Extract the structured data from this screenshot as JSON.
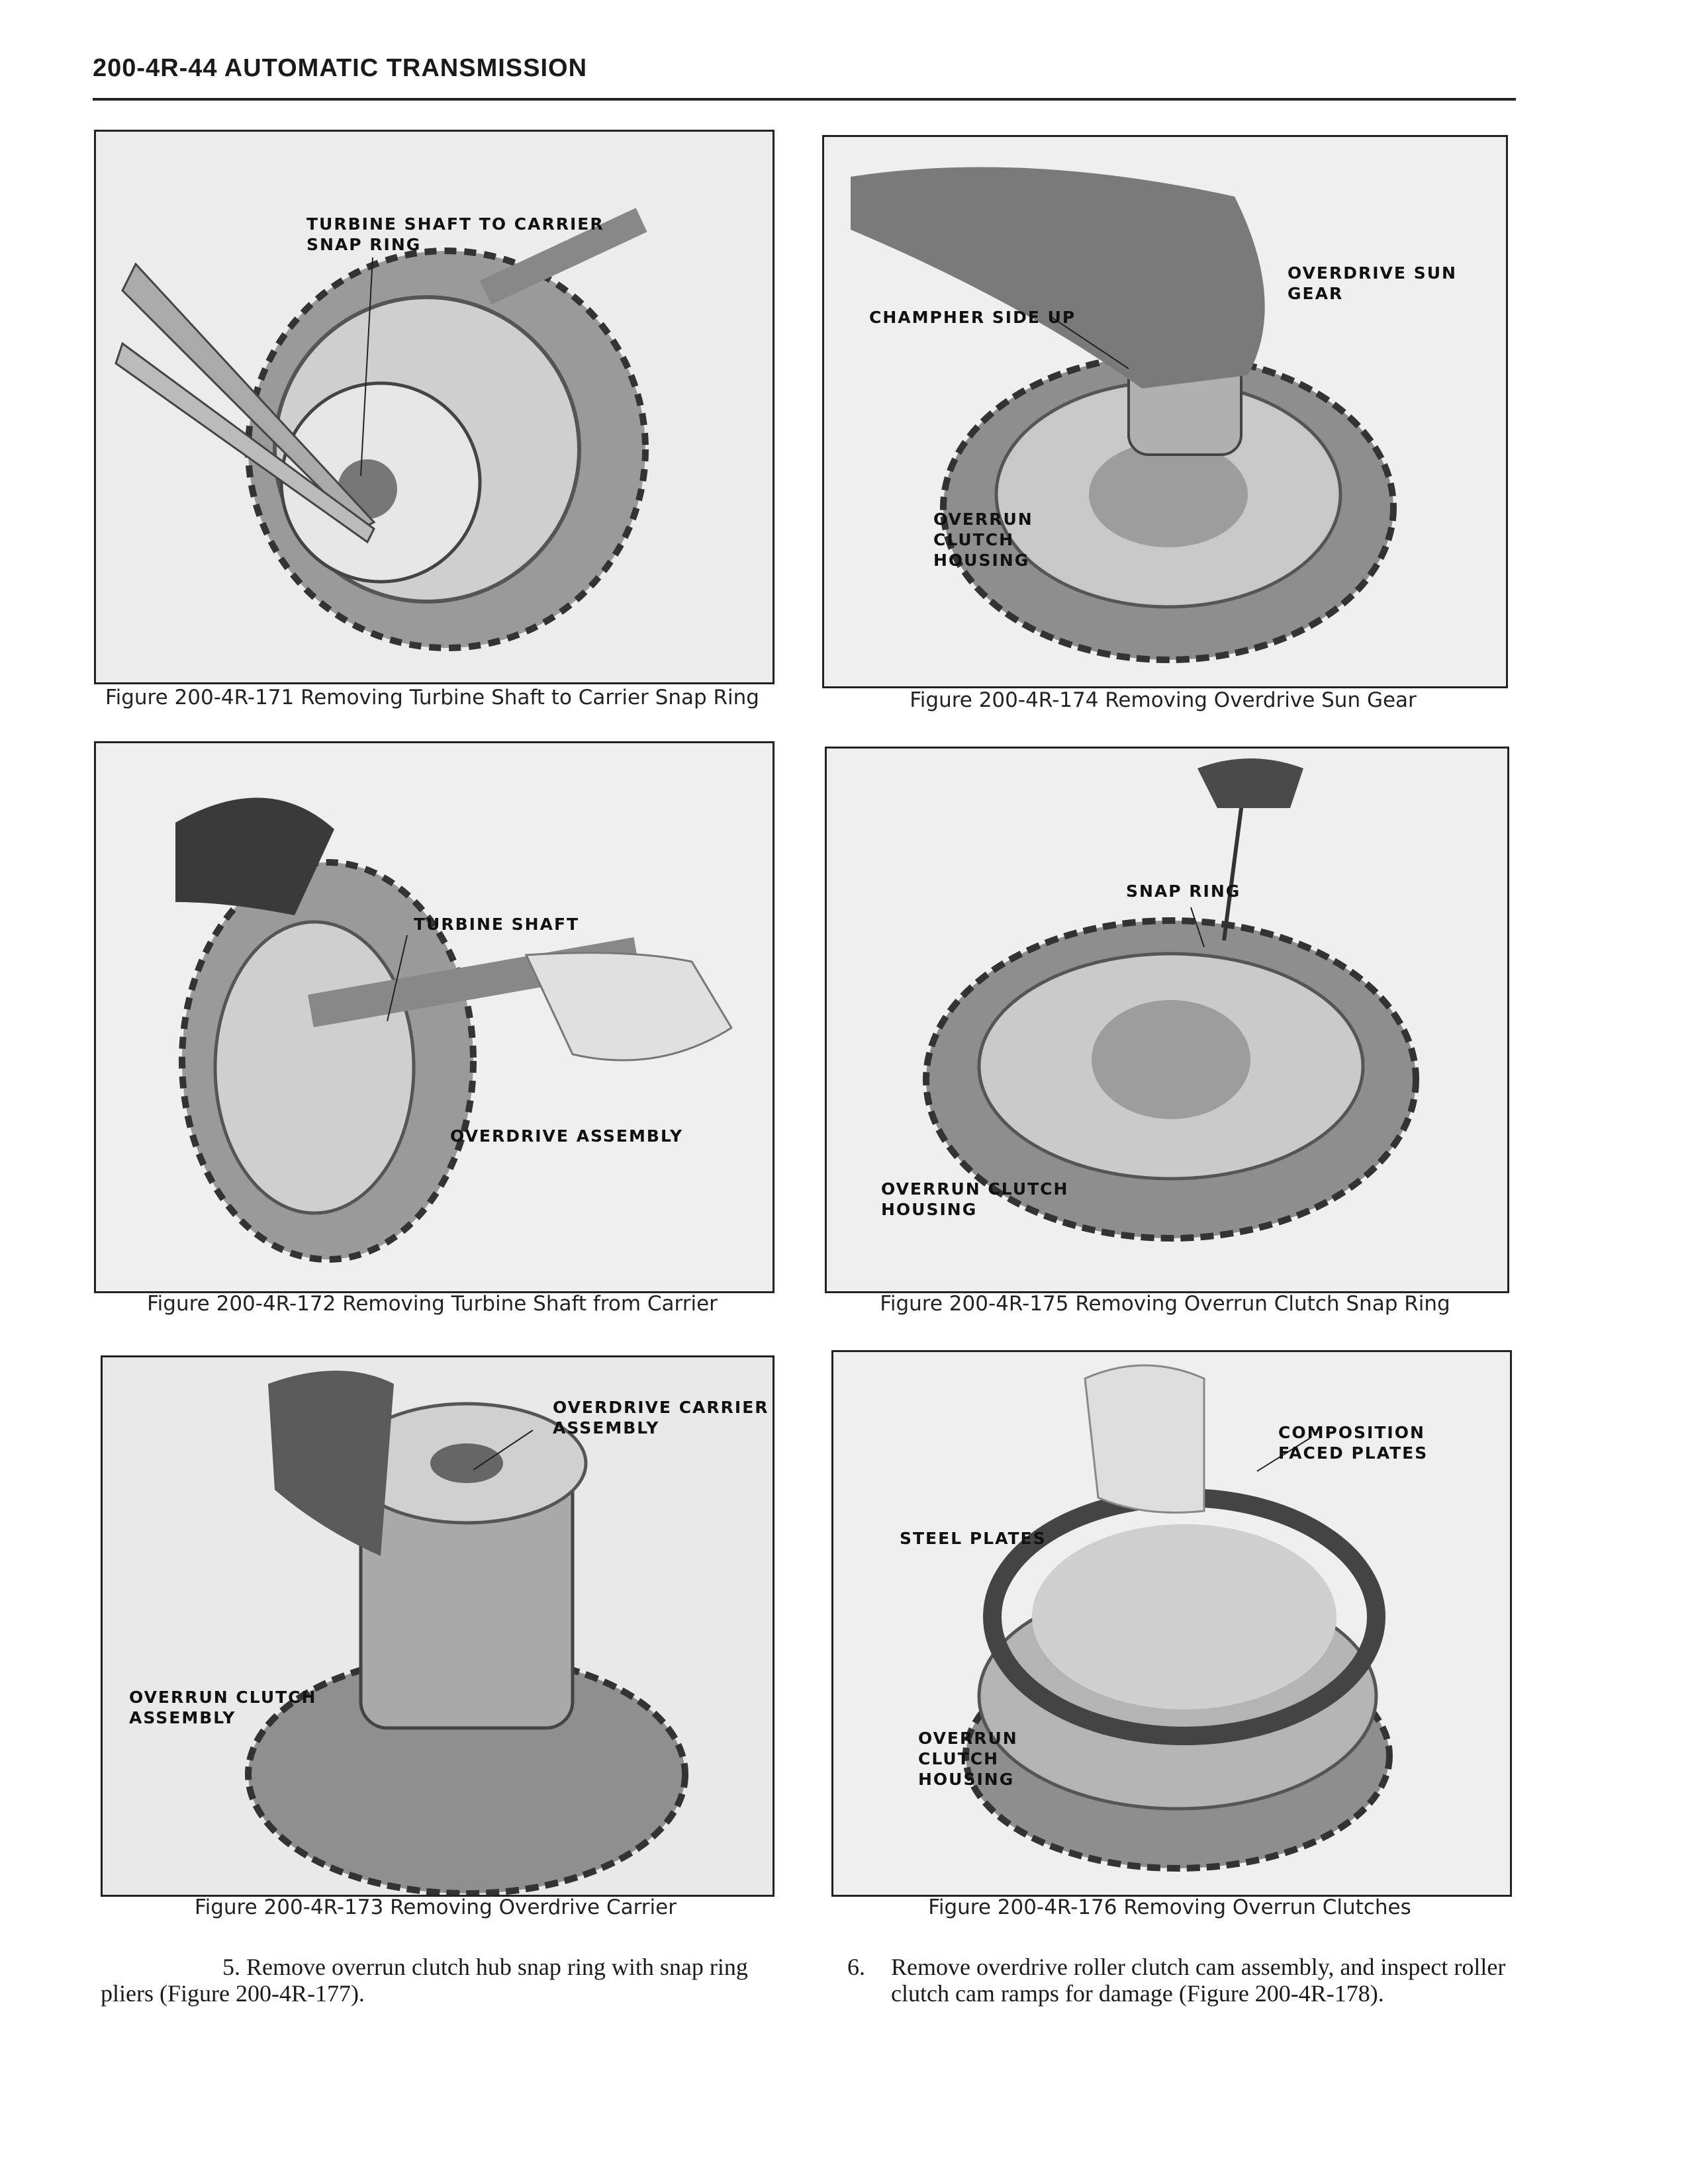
{
  "header": {
    "title": "200-4R-44 AUTOMATIC TRANSMISSION"
  },
  "figures": [
    {
      "id": "171",
      "caption": "Figure 200-4R-171 Removing Turbine Shaft to Carrier Snap Ring",
      "callouts": [
        "TURBINE SHAFT TO CARRIER\nSNAP RING"
      ]
    },
    {
      "id": "172",
      "caption": "Figure 200-4R-172 Removing Turbine Shaft from Carrier",
      "callouts": [
        "TURBINE SHAFT",
        "OVERDRIVE ASSEMBLY"
      ]
    },
    {
      "id": "173",
      "caption": "Figure 200-4R-173 Removing Overdrive Carrier",
      "callouts": [
        "OVERDRIVE CARRIER\nASSEMBLY",
        "OVERRUN CLUTCH\nASSEMBLY"
      ]
    },
    {
      "id": "174",
      "caption": "Figure 200-4R-174 Removing Overdrive Sun Gear",
      "callouts": [
        "OVERDRIVE SUN\nGEAR",
        "CHAMPHER SIDE UP",
        "OVERRUN\nCLUTCH\nHOUSING"
      ]
    },
    {
      "id": "175",
      "caption": "Figure 200-4R-175 Removing Overrun Clutch Snap Ring",
      "callouts": [
        "SNAP RING",
        "OVERRUN CLUTCH\nHOUSING"
      ]
    },
    {
      "id": "176",
      "caption": "Figure 200-4R-176 Removing Overrun Clutches",
      "callouts": [
        "COMPOSITION\nFACED PLATES",
        "STEEL PLATES",
        "OVERRUN\nCLUTCH\nHOUSING"
      ]
    }
  ],
  "steps": [
    {
      "number": "5.",
      "text": "Remove overrun clutch hub snap ring with snap ring pliers (Figure 200-4R-177)."
    },
    {
      "number": "6.",
      "text": "Remove overdrive roller clutch cam assembly, and inspect roller clutch cam ramps for damage (Figure 200-4R-178)."
    }
  ]
}
